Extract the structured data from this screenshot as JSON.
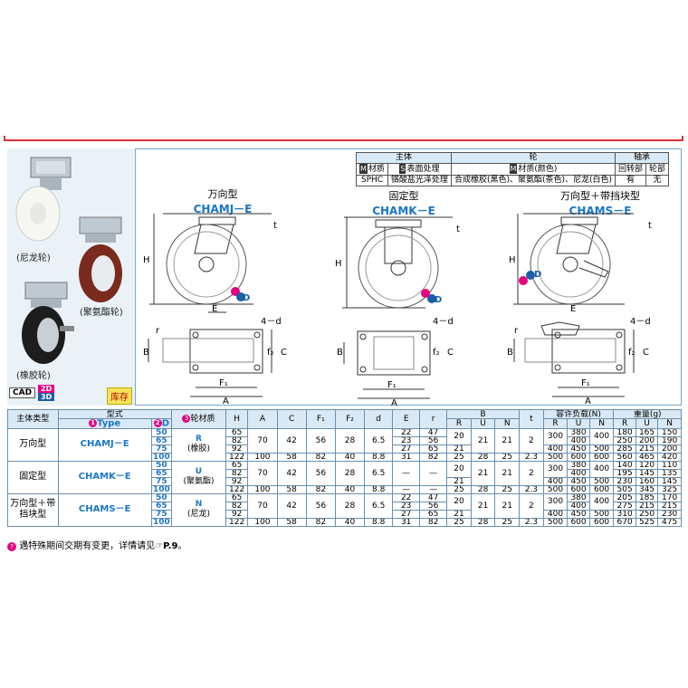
{
  "photos": {
    "nylon": "(尼龙轮)",
    "urethane": "(聚氨酯轮)",
    "rubber": "(橡胶轮)"
  },
  "cad": {
    "label": "CAD",
    "d2": "2D",
    "d3": "3D"
  },
  "stock": "库存",
  "materials": {
    "h_body": "主体",
    "h_wheel": "轮",
    "h_bearing": "轴承",
    "m1": "M",
    "c_material": "材质",
    "s1": "S",
    "c_surface": "表面处理",
    "m2": "M",
    "c_wheelmat": "材质(颜色)",
    "c_swivel": "回转部",
    "c_wheelpart": "轮部",
    "v_material": "SPHC",
    "v_surface": "铬酸盐光泽处理",
    "v_wheelmat": "合成橡胶(黑色)、聚氨酯(茶色)、尼龙(白色)",
    "v_swivel": "有",
    "v_wheelpart": "无"
  },
  "drawings": [
    {
      "cn": "万向型",
      "en": "CHAMJ－E"
    },
    {
      "cn": "固定型",
      "en": "CHAMK－E"
    },
    {
      "cn": "万向型＋带挡块型",
      "en": "CHAMS－E"
    }
  ],
  "dim": {
    "H": "H",
    "t": "t",
    "E": "E",
    "D": "D",
    "r": "r",
    "d": "4－d",
    "B": "B",
    "F1": "F₁",
    "F2": "f₂",
    "C": "C",
    "A": "A"
  },
  "table": {
    "h_body": "主体类型",
    "h_model": "型式",
    "h_type": "Type",
    "h_D": "D",
    "n1": "1",
    "n2": "2",
    "n3": "3",
    "h_wheel": "轮材质",
    "h_H": "H",
    "h_A": "A",
    "h_C": "C",
    "h_F1": "F₁",
    "h_F2": "F₂",
    "h_d": "d",
    "h_E": "E",
    "h_r": "r",
    "h_B": "B",
    "h_t": "t",
    "h_load": "容许负载(N)",
    "h_weight": "重量(g)",
    "R": "R",
    "U": "U",
    "N": "N",
    "groups": [
      {
        "body": "万向型",
        "type": "CHAMJ－E",
        "wheel_code": "R",
        "wheel_name": "(橡胶)"
      },
      {
        "body": "固定型",
        "type": "CHAMK－E",
        "wheel_code": "U",
        "wheel_name": "(聚氨酯)"
      },
      {
        "body": "万向型＋带挡块型",
        "type": "CHAMS－E",
        "wheel_code": "N",
        "wheel_name": "(尼龙)"
      }
    ],
    "D": [
      "50",
      "65",
      "75",
      "100"
    ],
    "H": [
      [
        "65",
        "82",
        "92",
        "122"
      ],
      [
        "65",
        "82",
        "92",
        "122"
      ],
      [
        "65",
        "82",
        "92",
        "122"
      ]
    ],
    "A": [
      "70",
      "100"
    ],
    "C": [
      "42",
      "58"
    ],
    "F1": [
      "56",
      "82"
    ],
    "F2": [
      "28",
      "40"
    ],
    "d": [
      "6.5",
      "8.8"
    ],
    "E": [
      [
        "22",
        "23",
        "27",
        "31"
      ],
      [
        "—",
        "—",
        "—",
        "—"
      ],
      [
        "22",
        "23",
        "27",
        "31"
      ]
    ],
    "r": [
      [
        "47",
        "56",
        "65",
        "82"
      ],
      [
        "—",
        "—",
        "—",
        "—"
      ],
      [
        "47",
        "56",
        "65",
        "82"
      ]
    ],
    "BR": [
      "20",
      "21",
      "25"
    ],
    "BU": [
      "21",
      "28"
    ],
    "BN": [
      "21",
      "25"
    ],
    "t": [
      "2",
      "2.3"
    ],
    "loadR": [
      "300",
      "400",
      "500"
    ],
    "loadU": [
      "380",
      "400",
      "450",
      "600"
    ],
    "loadN": [
      "400",
      "500",
      "600"
    ],
    "weight": [
      [
        [
          "180",
          "165",
          "150"
        ],
        [
          "250",
          "200",
          "190"
        ],
        [
          "285",
          "215",
          "200"
        ],
        [
          "560",
          "465",
          "420"
        ]
      ],
      [
        [
          "140",
          "120",
          "110"
        ],
        [
          "195",
          "145",
          "135"
        ],
        [
          "230",
          "160",
          "145"
        ],
        [
          "505",
          "345",
          "325"
        ]
      ],
      [
        [
          "205",
          "185",
          "170"
        ],
        [
          "275",
          "215",
          "215"
        ],
        [
          "310",
          "250",
          "230"
        ],
        [
          "670",
          "525",
          "475"
        ]
      ]
    ]
  },
  "note": {
    "icon": "?",
    "text": "遇特殊期间交期有变更，详情请见",
    "ref": "☞P.9",
    "end": "。"
  }
}
